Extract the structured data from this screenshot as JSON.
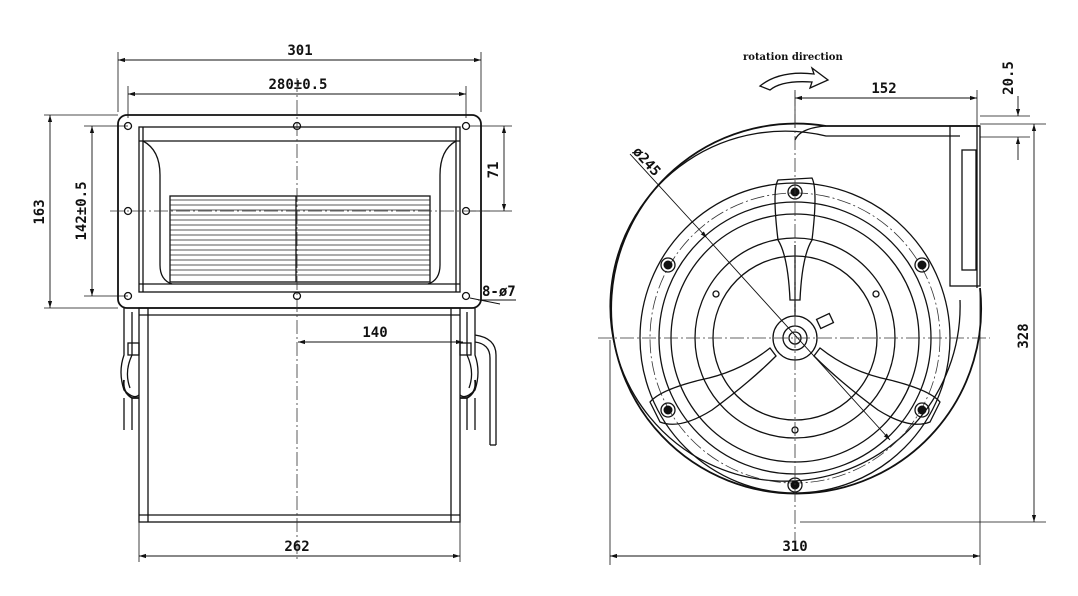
{
  "side_view": {
    "dim_total_width": "301",
    "dim_hole_spacing_width": "280±0.5",
    "dim_total_height": "163",
    "dim_hole_spacing_height": "142±0.5",
    "dim_outlet_offset": "71",
    "dim_holes": "8-ø7",
    "dim_motor_offset": "140",
    "dim_housing_width": "262"
  },
  "front_view": {
    "rotation_label": "rotation direction",
    "dim_impeller_dia": "ø245",
    "dim_outlet_offset": "152",
    "dim_flange": "20.5",
    "dim_height": "328",
    "dim_width": "310"
  }
}
